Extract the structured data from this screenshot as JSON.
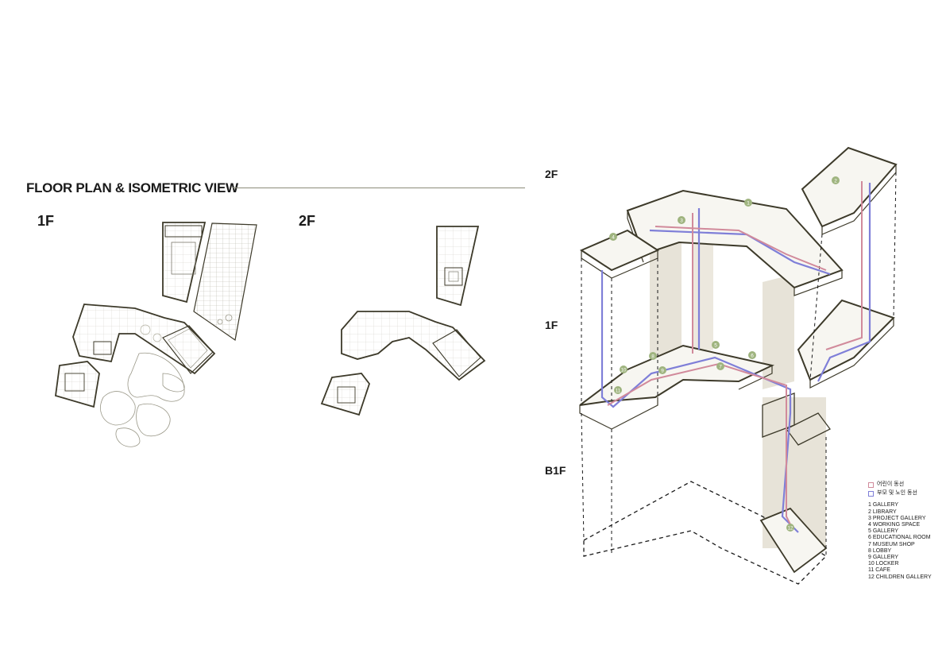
{
  "header": {
    "title": "FLOOR PLAN & ISOMETRIC VIEW"
  },
  "plans": {
    "first_floor_label": "1F",
    "second_floor_label": "2F"
  },
  "isometric": {
    "levels": [
      "2F",
      "1F",
      "B1F"
    ],
    "markers": [
      "1",
      "2",
      "3",
      "4",
      "5",
      "6",
      "7",
      "8",
      "9",
      "10",
      "11",
      "12"
    ]
  },
  "legend": {
    "routes": [
      {
        "label": "어린이 동선",
        "color": "#d18a9b"
      },
      {
        "label": "부모 및 노인 동선",
        "color": "#7f7fd8"
      }
    ],
    "rooms": [
      "1 GALLERY",
      "2 LIBRARY",
      "3 PROJECT GALLERY",
      "4 WORKING SPACE",
      "5 GALLERY",
      "6 EDUCATIONAL ROOM",
      "7 MUSEUM SHOP",
      "8 LOBBY",
      "9 GALLERY",
      "10 LOCKER",
      "11 CAFE",
      "12 CHILDREN GALLERY"
    ]
  },
  "colors": {
    "wall": "#3d3a2a",
    "core": "#e7e3d8",
    "marker": "#9fb47f",
    "child_route": "#d18a9b",
    "adult_route": "#7f7fd8"
  }
}
